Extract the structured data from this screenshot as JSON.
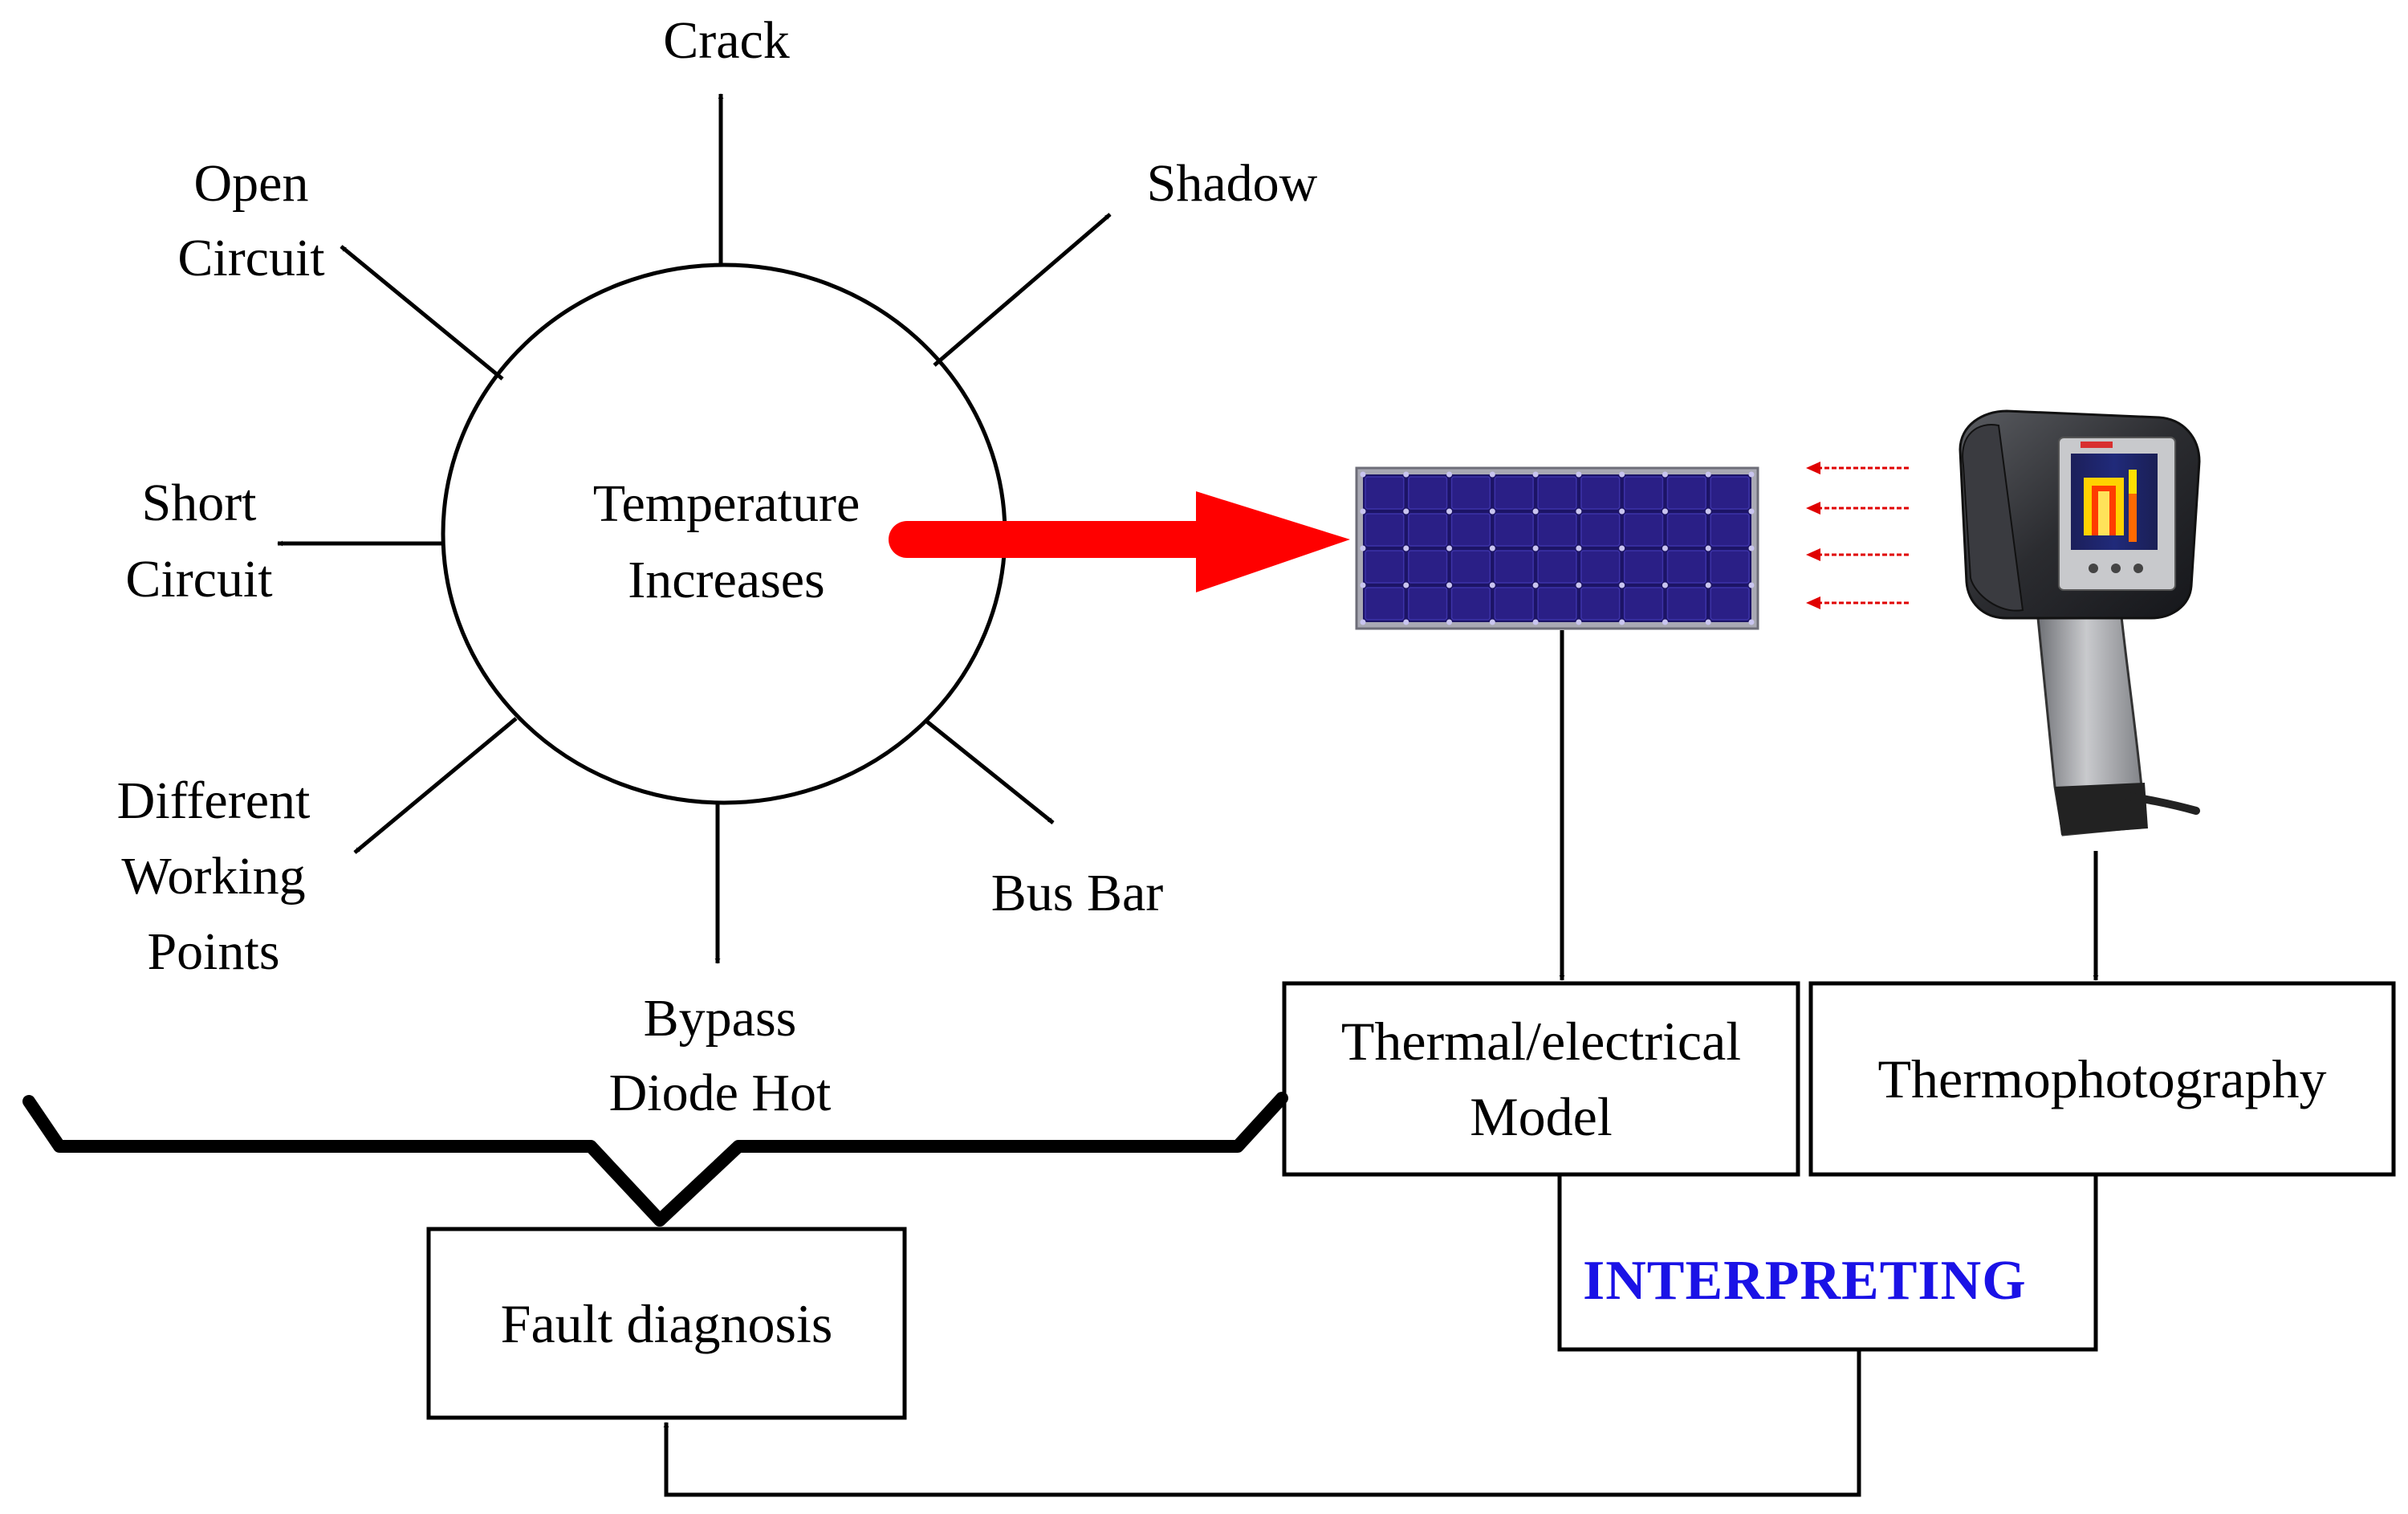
{
  "center": {
    "line1": "Temperature",
    "line2": "Increases"
  },
  "causes": {
    "crack": "Crack",
    "open_circuit": {
      "line1": "Open",
      "line2": "Circuit"
    },
    "shadow": "Shadow",
    "short_circuit": {
      "line1": "Short",
      "line2": "Circuit"
    },
    "different_working_points": {
      "line1": "Different",
      "line2": "Working",
      "line3": "Points"
    },
    "bypass_diode_hot": {
      "line1": "Bypass",
      "line2": "Diode Hot"
    },
    "bus_bar": "Bus Bar"
  },
  "boxes": {
    "thermal_model": {
      "line1": "Thermal/electrical",
      "line2": "Model"
    },
    "thermophotography": "Thermophotography",
    "fault_diagnosis": "Fault diagnosis"
  },
  "interpreting": "INTERPRETING",
  "colors": {
    "red_arrow": "#ff0000",
    "interpreting_text": "#1a12e6",
    "solar_panel": "#1c1466",
    "stroke": "#000000"
  },
  "icons": {
    "solar_panel": "solar-panel-icon",
    "thermal_camera": "thermal-camera-icon"
  }
}
